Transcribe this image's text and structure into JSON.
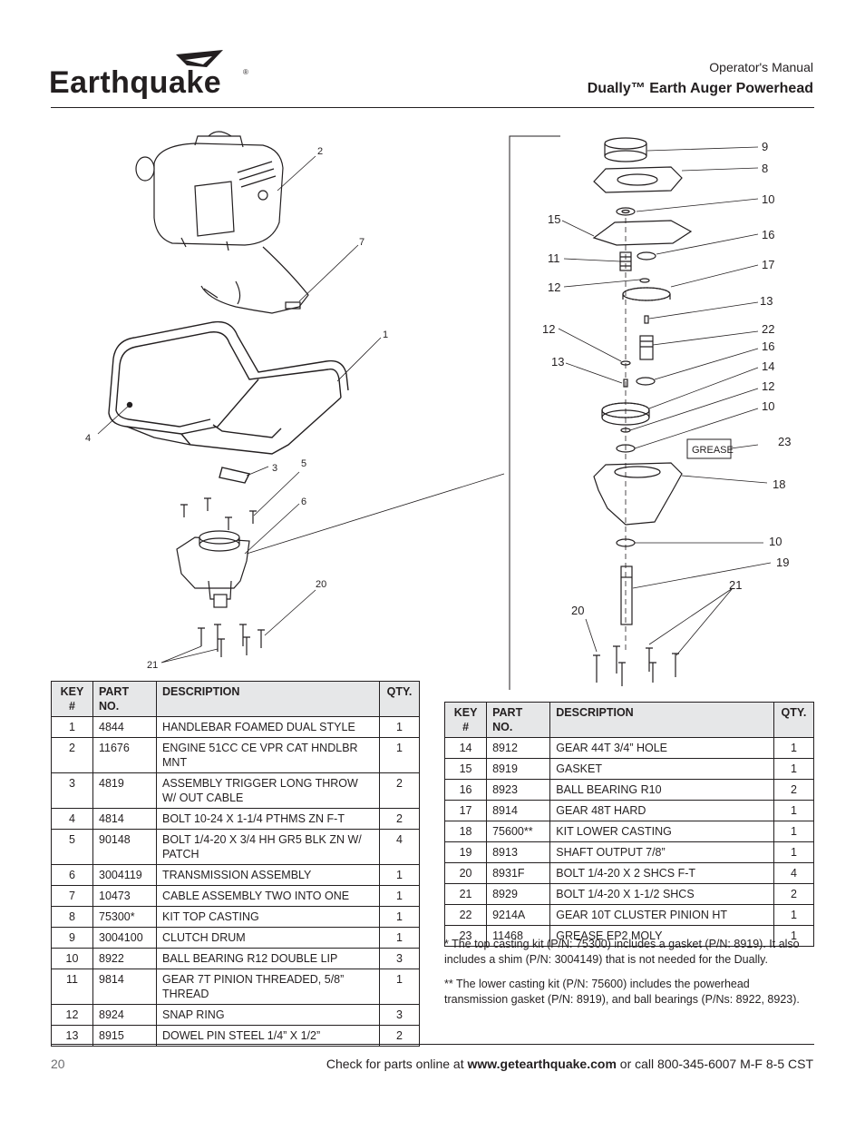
{
  "header": {
    "brand": "Earthquake",
    "manual_label": "Operator's Manual",
    "product_title": "Dually™ Earth Auger Powerhead"
  },
  "diagram": {
    "grease_label": "GREASE",
    "callouts_left": [
      "2",
      "7",
      "1",
      "4",
      "3",
      "5",
      "6",
      "20",
      "21"
    ],
    "callouts_right": [
      "9",
      "8",
      "10",
      "15",
      "16",
      "11",
      "17",
      "12",
      "13",
      "12",
      "22",
      "16",
      "13",
      "14",
      "12",
      "10",
      "23",
      "18",
      "10",
      "19",
      "21",
      "20"
    ]
  },
  "table_headers": {
    "key": "KEY #",
    "part": "PART NO.",
    "desc": "DESCRIPTION",
    "qty": "QTY."
  },
  "parts_left": [
    {
      "key": "1",
      "part": "4844",
      "desc": "HANDLEBAR FOAMED DUAL STYLE",
      "qty": "1"
    },
    {
      "key": "2",
      "part": "11676",
      "desc": "ENGINE 51CC CE VPR CAT HNDLBR MNT",
      "qty": "1"
    },
    {
      "key": "3",
      "part": "4819",
      "desc": "ASSEMBLY TRIGGER LONG THROW W/ OUT CABLE",
      "qty": "2"
    },
    {
      "key": "4",
      "part": "4814",
      "desc": "BOLT 10-24 X 1-1/4 PTHMS ZN F-T",
      "qty": "2"
    },
    {
      "key": "5",
      "part": "90148",
      "desc": "BOLT 1/4-20 X 3/4 HH GR5 BLK ZN W/ PATCH",
      "qty": "4"
    },
    {
      "key": "6",
      "part": "3004119",
      "desc": "TRANSMISSION ASSEMBLY",
      "qty": "1"
    },
    {
      "key": "7",
      "part": "10473",
      "desc": "CABLE ASSEMBLY TWO INTO ONE",
      "qty": "1"
    },
    {
      "key": "8",
      "part": "75300*",
      "desc": "KIT TOP CASTING",
      "qty": "1"
    },
    {
      "key": "9",
      "part": "3004100",
      "desc": "CLUTCH DRUM",
      "qty": "1"
    },
    {
      "key": "10",
      "part": "8922",
      "desc": "BALL BEARING R12 DOUBLE LIP",
      "qty": "3"
    },
    {
      "key": "11",
      "part": "9814",
      "desc": "GEAR 7T PINION THREADED, 5/8” THREAD",
      "qty": "1"
    },
    {
      "key": "12",
      "part": "8924",
      "desc": "SNAP RING",
      "qty": "3"
    },
    {
      "key": "13",
      "part": "8915",
      "desc": "DOWEL PIN STEEL 1/4” X 1/2”",
      "qty": "2"
    }
  ],
  "parts_right": [
    {
      "key": "14",
      "part": "8912",
      "desc": "GEAR 44T 3/4” HOLE",
      "qty": "1"
    },
    {
      "key": "15",
      "part": "8919",
      "desc": "GASKET",
      "qty": "1"
    },
    {
      "key": "16",
      "part": "8923",
      "desc": "BALL BEARING R10",
      "qty": "2"
    },
    {
      "key": "17",
      "part": "8914",
      "desc": "GEAR 48T HARD",
      "qty": "1"
    },
    {
      "key": "18",
      "part": "75600**",
      "desc": "KIT LOWER CASTING",
      "qty": "1"
    },
    {
      "key": "19",
      "part": "8913",
      "desc": "SHAFT OUTPUT 7/8”",
      "qty": "1"
    },
    {
      "key": "20",
      "part": "8931F",
      "desc": "BOLT 1/4-20 X 2 SHCS F-T",
      "qty": "4"
    },
    {
      "key": "21",
      "part": "8929",
      "desc": "BOLT 1/4-20 X 1-1/2 SHCS",
      "qty": "2"
    },
    {
      "key": "22",
      "part": "9214A",
      "desc": "GEAR 10T CLUSTER PINION HT",
      "qty": "1"
    },
    {
      "key": "23",
      "part": "11468",
      "desc": "GREASE EP2 MOLY",
      "qty": "1"
    }
  ],
  "notes": {
    "note1": "* The top casting kit (P/N: 75300) includes a gasket (P/N: 8919). It also includes a shim (P/N: 3004149) that is not needed for the Dually.",
    "note2": "** The lower casting kit (P/N: 75600) includes the powerhead transmission gasket (P/N: 8919), and ball bearings (P/Ns: 8922, 8923)."
  },
  "footer": {
    "page_number": "20",
    "text_prefix": "Check for parts online at ",
    "website": "www.getearthquake.com",
    "text_suffix": " or call 800-345-6007 M-F 8-5 CST"
  }
}
